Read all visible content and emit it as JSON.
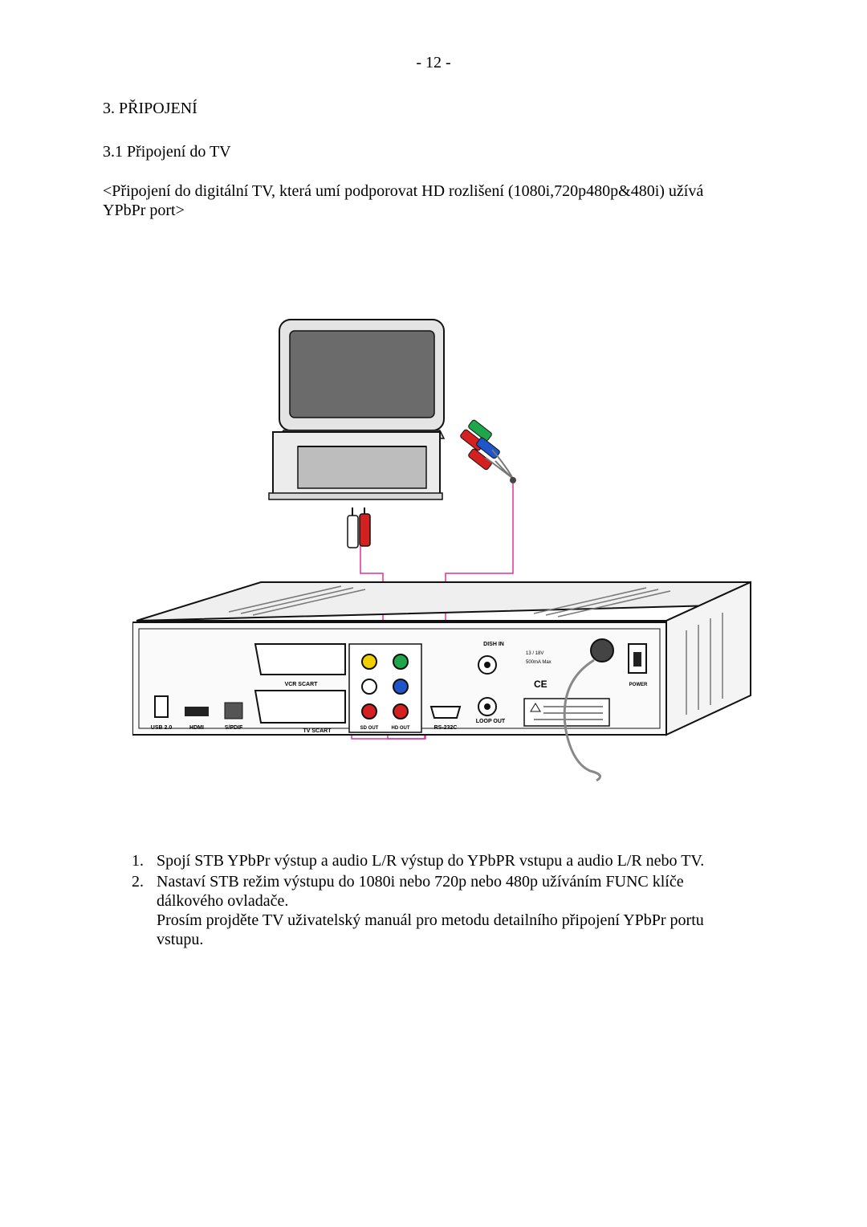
{
  "page": {
    "number": "- 12 -",
    "section_heading": "3. PŘIPOJENÍ",
    "subsection_heading": "3.1 Připojení do TV",
    "intro_line1": "<Připojení do digitální TV, která umí podporovat HD rozlišení (1080i,720p480p&480i) užívá",
    "intro_line2": "YPbPr port>"
  },
  "diagram": {
    "labels": {
      "vcr_scart": "VCR SCART",
      "tv_scart": "TV SCART",
      "usb": "USB 2.0",
      "hdmi": "HDMI",
      "spdif": "S/PDIF",
      "sd_out": "SD OUT",
      "hd_out": "HD OUT",
      "rs232": "RS-232C",
      "loop_out": "LOOP OUT",
      "dish_in": "DISH IN",
      "power": "POWER",
      "spec_line1": "13 / 18V",
      "spec_line2": "500mA Max"
    },
    "colors": {
      "cable": "#e0309a",
      "green": "#1fa64a",
      "blue": "#1f55c8",
      "red": "#d42020",
      "yellow": "#f0d000"
    }
  },
  "instructions": {
    "item1_num": "1.",
    "item1": "Spojí  STB YPbPr výstup a audio L/R výstup do YPbPR vstupu a audio L/R nebo TV.",
    "item2_num": "2.",
    "item2_line1": "Nastaví STB režim výstupu do 1080i nebo 720p nebo 480p užíváním FUNC klíče",
    "item2_line2": "dálkového ovladače.",
    "note_line1": "Prosím projděte TV  uživatelský manuál pro metodu detailního připojení  YPbPr portu",
    "note_line2": "vstupu."
  }
}
